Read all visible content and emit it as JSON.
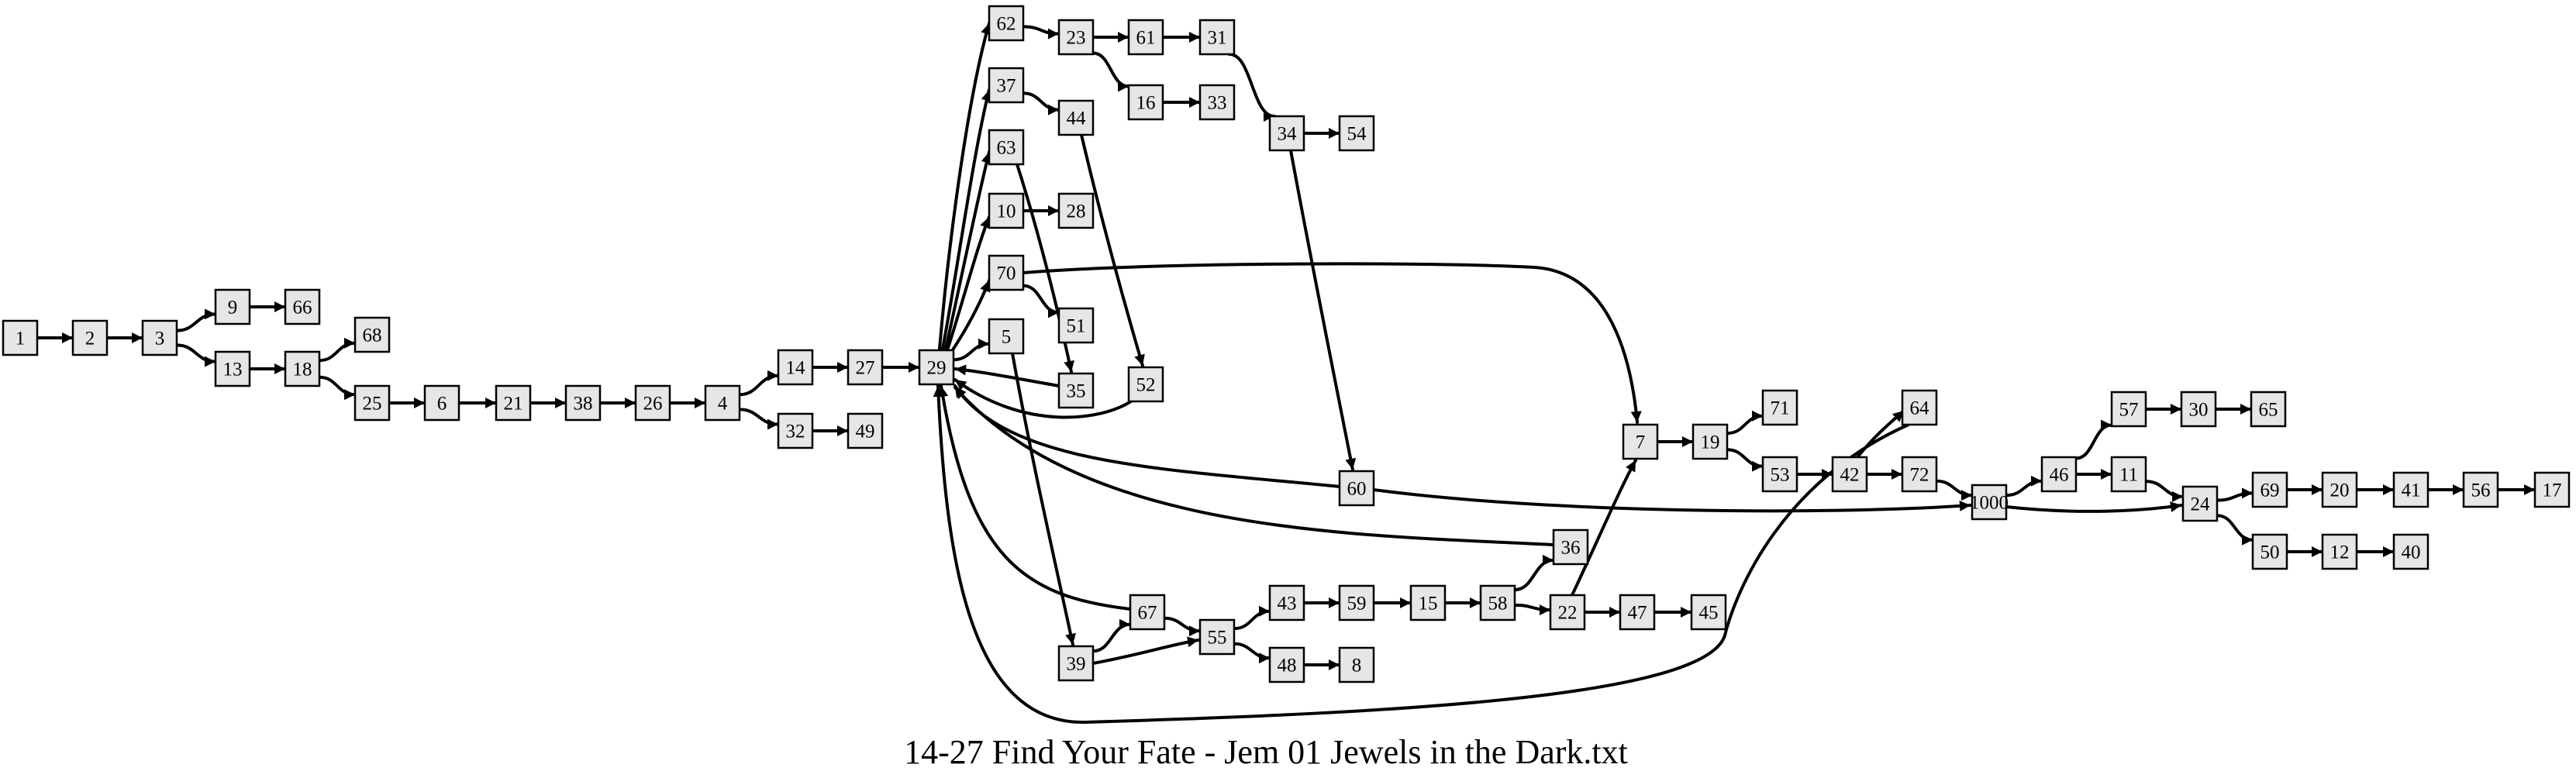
{
  "title": "14-27 Find Your Fate - Jem 01 Jewels in the Dark.txt",
  "colors": {
    "node_fill": "#e6e6e6",
    "stroke": "#000000",
    "background": "#ffffff"
  },
  "nodes": [
    "1",
    "2",
    "3",
    "9",
    "66",
    "13",
    "18",
    "68",
    "25",
    "6",
    "21",
    "38",
    "26",
    "4",
    "14",
    "27",
    "32",
    "49",
    "29",
    "62",
    "23",
    "61",
    "31",
    "16",
    "33",
    "34",
    "54",
    "37",
    "44",
    "63",
    "10",
    "28",
    "70",
    "51",
    "5",
    "35",
    "52",
    "7",
    "19",
    "71",
    "53",
    "42",
    "64",
    "72",
    "1000",
    "60",
    "46",
    "57",
    "30",
    "65",
    "11",
    "24",
    "69",
    "20",
    "41",
    "56",
    "17",
    "50",
    "12",
    "40",
    "36",
    "67",
    "39",
    "55",
    "43",
    "59",
    "15",
    "58",
    "22",
    "47",
    "45",
    "48",
    "8"
  ],
  "edges": [
    [
      "1",
      "2"
    ],
    [
      "2",
      "3"
    ],
    [
      "3",
      "9"
    ],
    [
      "3",
      "13"
    ],
    [
      "9",
      "66"
    ],
    [
      "13",
      "18"
    ],
    [
      "18",
      "68"
    ],
    [
      "18",
      "25"
    ],
    [
      "25",
      "6"
    ],
    [
      "6",
      "21"
    ],
    [
      "21",
      "38"
    ],
    [
      "38",
      "26"
    ],
    [
      "26",
      "4"
    ],
    [
      "4",
      "14"
    ],
    [
      "4",
      "32"
    ],
    [
      "32",
      "49"
    ],
    [
      "14",
      "27"
    ],
    [
      "27",
      "29"
    ],
    [
      "29",
      "62"
    ],
    [
      "29",
      "37"
    ],
    [
      "29",
      "63"
    ],
    [
      "29",
      "10"
    ],
    [
      "29",
      "70"
    ],
    [
      "29",
      "5"
    ],
    [
      "62",
      "23"
    ],
    [
      "23",
      "61"
    ],
    [
      "23",
      "16"
    ],
    [
      "61",
      "31"
    ],
    [
      "16",
      "33"
    ],
    [
      "31",
      "34"
    ],
    [
      "34",
      "54"
    ],
    [
      "34",
      "60"
    ],
    [
      "37",
      "44"
    ],
    [
      "44",
      "52"
    ],
    [
      "63",
      "35"
    ],
    [
      "10",
      "28"
    ],
    [
      "70",
      "51"
    ],
    [
      "70",
      "7"
    ],
    [
      "5",
      "39"
    ],
    [
      "35",
      "29"
    ],
    [
      "52",
      "29"
    ],
    [
      "60",
      "29"
    ],
    [
      "60",
      "1000"
    ],
    [
      "36",
      "29"
    ],
    [
      "67",
      "29"
    ],
    [
      "64",
      "29"
    ],
    [
      "7",
      "19"
    ],
    [
      "19",
      "71"
    ],
    [
      "19",
      "53"
    ],
    [
      "53",
      "42"
    ],
    [
      "42",
      "64"
    ],
    [
      "42",
      "72"
    ],
    [
      "72",
      "1000"
    ],
    [
      "1000",
      "46"
    ],
    [
      "1000",
      "24"
    ],
    [
      "46",
      "57"
    ],
    [
      "46",
      "11"
    ],
    [
      "57",
      "30"
    ],
    [
      "30",
      "65"
    ],
    [
      "11",
      "24"
    ],
    [
      "24",
      "69"
    ],
    [
      "24",
      "50"
    ],
    [
      "69",
      "20"
    ],
    [
      "20",
      "41"
    ],
    [
      "41",
      "56"
    ],
    [
      "56",
      "17"
    ],
    [
      "50",
      "12"
    ],
    [
      "12",
      "40"
    ],
    [
      "39",
      "67"
    ],
    [
      "39",
      "55"
    ],
    [
      "67",
      "55"
    ],
    [
      "55",
      "43"
    ],
    [
      "55",
      "48"
    ],
    [
      "48",
      "8"
    ],
    [
      "43",
      "59"
    ],
    [
      "59",
      "15"
    ],
    [
      "15",
      "58"
    ],
    [
      "58",
      "36"
    ],
    [
      "58",
      "22"
    ],
    [
      "22",
      "7"
    ],
    [
      "22",
      "47"
    ],
    [
      "47",
      "45"
    ]
  ]
}
